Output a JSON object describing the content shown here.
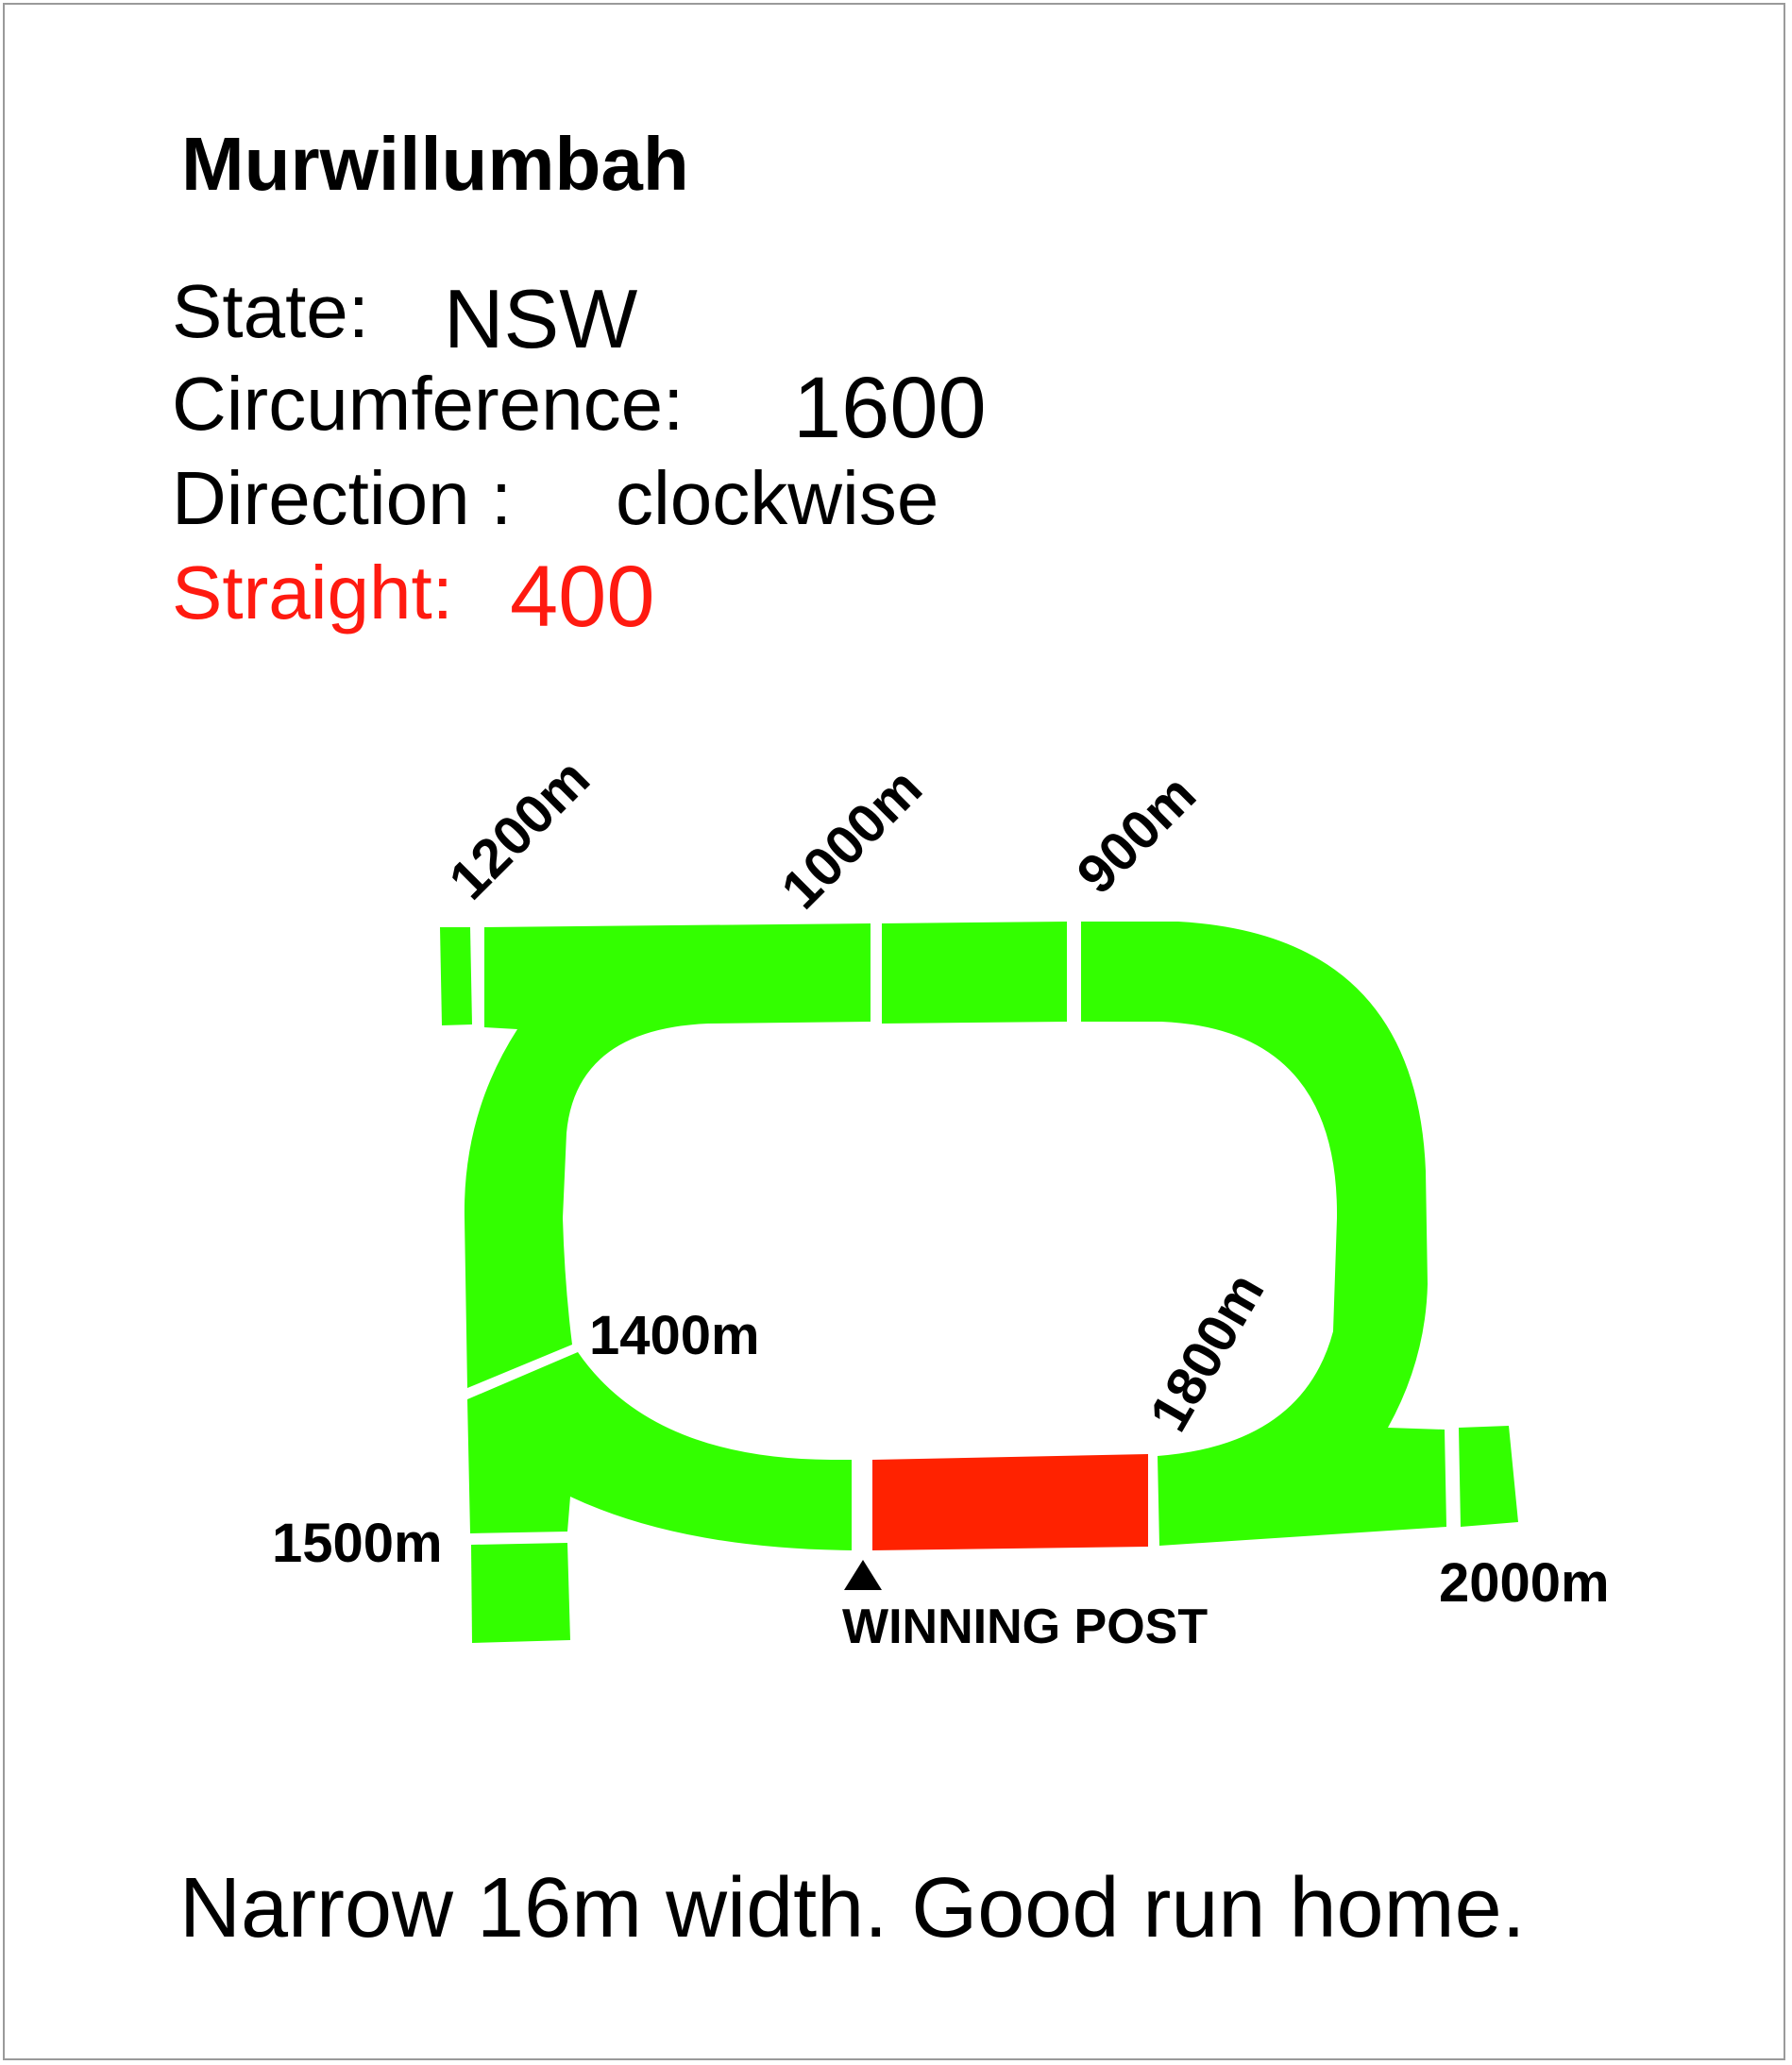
{
  "title": "Murwillumbah",
  "info": {
    "state_label": "State:",
    "state_value": "NSW",
    "circumference_label": "Circumference:",
    "circumference_value": "1600",
    "direction_label": "Direction :",
    "direction_value": "clockwise",
    "straight_label": "Straight:",
    "straight_value": "400"
  },
  "colors": {
    "track": "#33ff00",
    "straight": "#ff2200",
    "straight_text": "#ff1a10"
  },
  "markers": {
    "m1200": "1200m",
    "m1000": "1000m",
    "m900": "900m",
    "m1400": "1400m",
    "m1500": "1500m",
    "m1800": "1800m",
    "m2000": "2000m",
    "winning_post": "WINNING POST"
  },
  "note": "Narrow 16m width. Good run home."
}
